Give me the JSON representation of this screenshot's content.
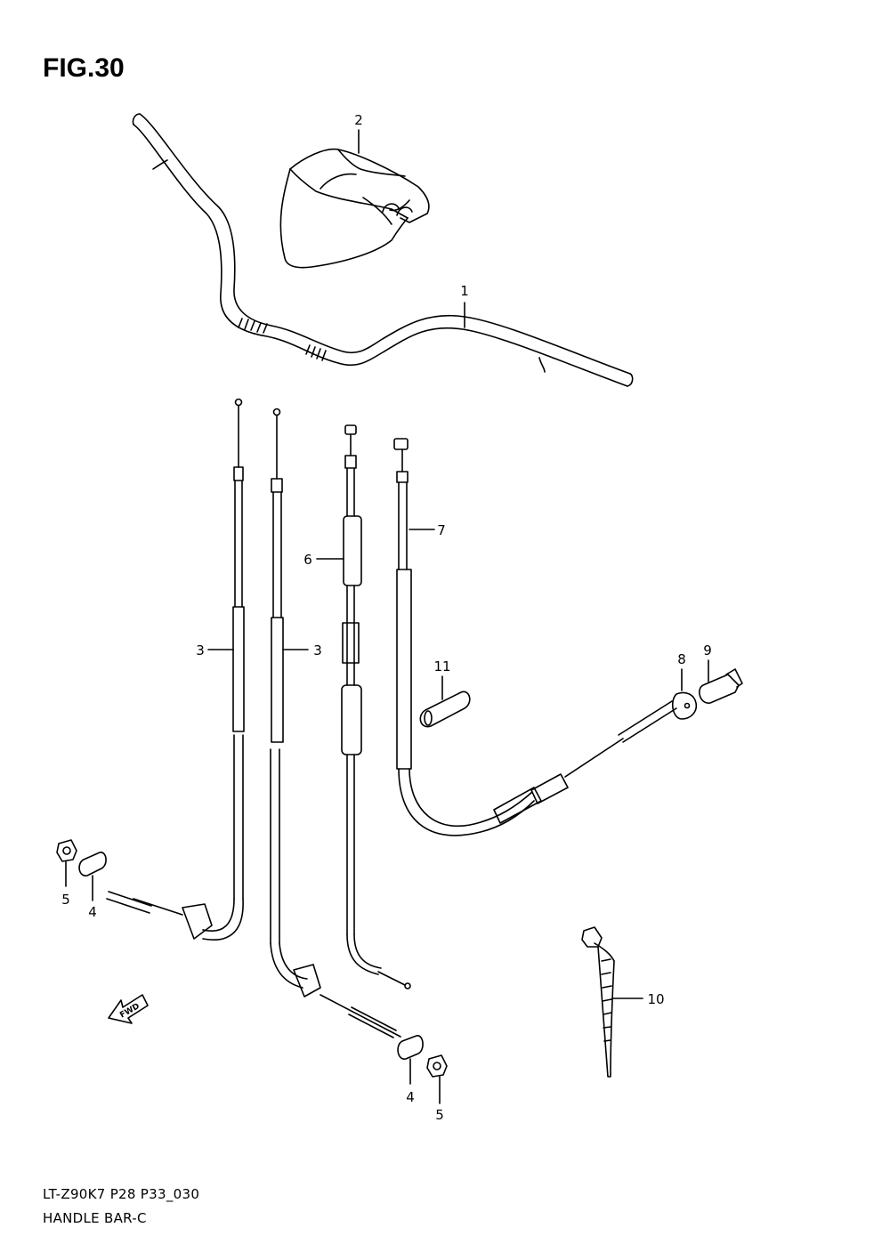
{
  "figure": {
    "title": "FIG.30",
    "model_code": "LT-Z90K7  P28  P33_030",
    "section_name": "HANDLE BAR-C"
  },
  "callouts": [
    "1",
    "2",
    "3",
    "3",
    "4",
    "4",
    "5",
    "5",
    "6",
    "7",
    "8",
    "9",
    "10",
    "11"
  ],
  "fwd_label": "FWD"
}
